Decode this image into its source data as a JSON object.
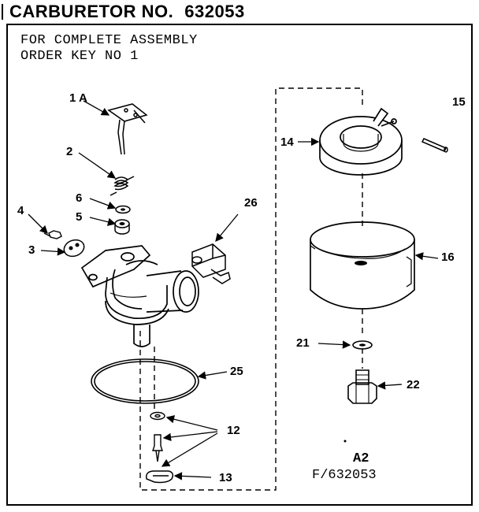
{
  "header": {
    "title": "CARBURETOR NO.",
    "number": "632053"
  },
  "note": {
    "line1": "FOR COMPLETE ASSEMBLY",
    "line2": "ORDER KEY NO 1"
  },
  "labels": {
    "p1a": "1 A",
    "p2": "2",
    "p3": "3",
    "p4": "4",
    "p5": "5",
    "p6": "6",
    "p12": "12",
    "p13": "13",
    "p14": "14",
    "p15": "15",
    "p16": "16",
    "p21": "21",
    "p22": "22",
    "p25": "25",
    "p26": "26"
  },
  "footer": {
    "page": "A2",
    "code": "F/632053"
  }
}
